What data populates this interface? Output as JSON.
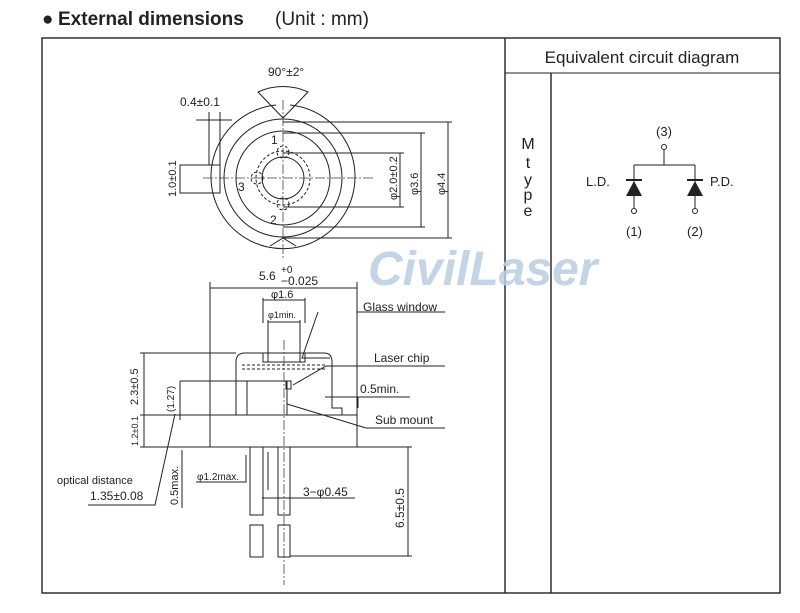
{
  "heading": {
    "bullet": "●",
    "title": "External dimensions",
    "unit": " (Unit : mm)"
  },
  "top_view": {
    "angle": "90°±2°",
    "tab_thickness": "0.4±0.1",
    "tab_width": "1.0±0.1",
    "d1": "φ2.0±0.2",
    "d2": "φ3.6",
    "d3": "φ4.4",
    "pin1": "1",
    "pin2": "2",
    "pin3": "3"
  },
  "side_view": {
    "width_main": "5.6",
    "width_tol_plus": "+0",
    "width_tol_minus": "−0.025",
    "window_d": "φ1.6",
    "aperture": "φ1min.",
    "glass_window": "Glass window",
    "laser_chip": "Laser chip",
    "min_gap": "0.5min.",
    "sub_mount": "Sub mount",
    "height_cap": "2.3±0.5",
    "height_ref": "(1.27)",
    "height_base": "1.2±0.1",
    "optical_label": "optical distance",
    "optical_value": "1.35±0.08",
    "max_05": "0.5max.",
    "pin_base": "φ1.2max.",
    "pin_d": "3−φ0.45",
    "pin_len": "6.5±0.5"
  },
  "circuit": {
    "header": "Equivalent circuit diagram",
    "type_label": [
      "M",
      "t",
      "y",
      "p",
      "e"
    ],
    "node3": "(3)",
    "node1": "(1)",
    "node2": "(2)",
    "ld": "L.D.",
    "pd": "P.D."
  },
  "watermark": "CivilLaser",
  "colors": {
    "watermark": "#b9cde3",
    "line": "#222222"
  }
}
